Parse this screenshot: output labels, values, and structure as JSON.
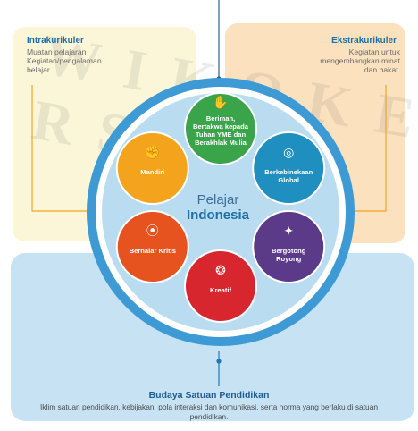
{
  "panels": {
    "intrakurikuler": {
      "title": "Intrakurikuler",
      "desc": "Muatan pelajaran Kegiatan/pengalaman belajar."
    },
    "ekstrakurikuler": {
      "title": "Ekstrakurikuler",
      "desc": "Kegiatan untuk mengembangkan minat dan bakat."
    },
    "budaya": {
      "title": "Budaya Satuan Pendidikan",
      "desc": "Iklim satuan pendidikan, kebijakan, pola interaksi dan komunikasi, serta norma yang berlaku di satuan pendidikan."
    }
  },
  "center": {
    "line1": "Pelajar",
    "line2": "Indonesia"
  },
  "dimensions": [
    {
      "label": "Beriman, Bertakwa kepada Tuhan YME dan Berakhlak Mulia",
      "color": "#3aa44a",
      "icon": "praying-hands-icon"
    },
    {
      "label": "Berkebinekaan Global",
      "color": "#1f8fbf",
      "icon": "globe-icon"
    },
    {
      "label": "Bergotong Royong",
      "color": "#5c3a8a",
      "icon": "cooperation-icon"
    },
    {
      "label": "Kreatif",
      "color": "#d7262e",
      "icon": "lightbulb-icon"
    },
    {
      "label": "Bernalar Kritis",
      "color": "#e7531f",
      "icon": "brain-icon"
    },
    {
      "label": "Mandiri",
      "color": "#f3a41c",
      "icon": "fist-icon"
    }
  ],
  "colors": {
    "ring": "#3d9ad4",
    "ring_inner": "#b9dcf1",
    "panel_intra": "#fbf6d8",
    "panel_ekstra": "#fbe1bd",
    "panel_budaya": "#c7e3f3",
    "connector": "#f2a51d"
  },
  "watermark": "WIKOKERS"
}
